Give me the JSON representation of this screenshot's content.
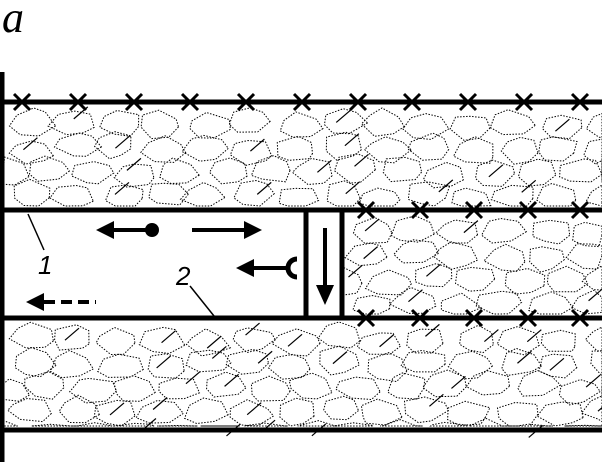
{
  "figure": {
    "panel_label": "a",
    "callouts": [
      "1",
      "2"
    ]
  },
  "colors": {
    "ink": "#000000",
    "background": "#ffffff"
  },
  "legend_symbols": [
    {
      "name": "arrow-left-with-dot-icon",
      "meaning": ""
    },
    {
      "name": "arrow-right-icon",
      "meaning": ""
    },
    {
      "name": "arrow-left-with-hook-icon",
      "meaning": ""
    },
    {
      "name": "arrow-down-icon",
      "meaning": ""
    },
    {
      "name": "dashed-arrow-left-icon",
      "meaning": ""
    },
    {
      "name": "cross-mark-icon",
      "meaning": ""
    }
  ]
}
